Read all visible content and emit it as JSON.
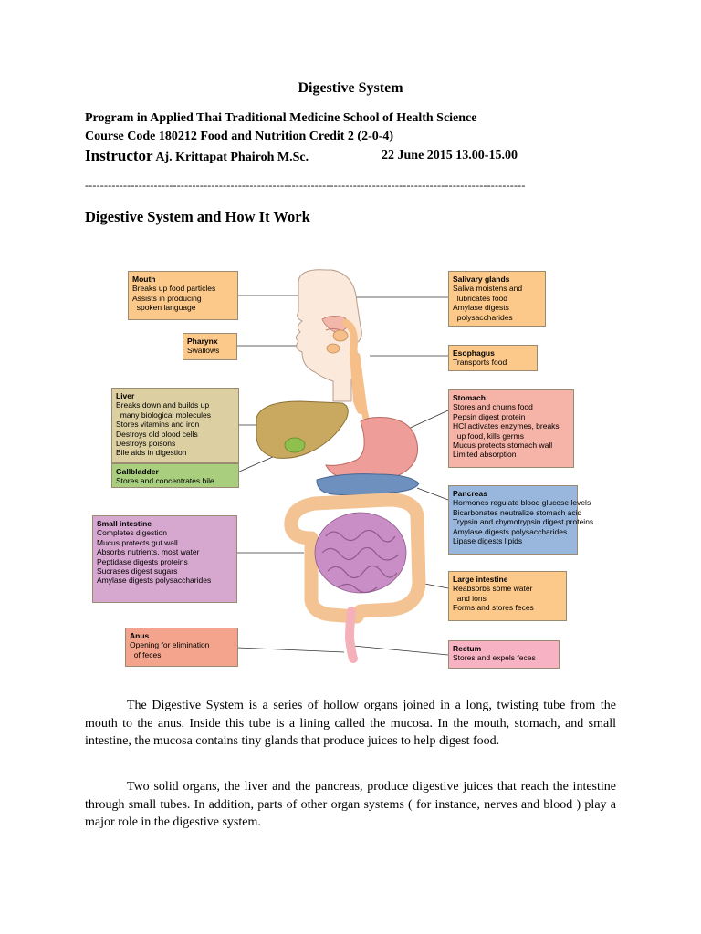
{
  "document": {
    "title": "Digestive  System",
    "program_line": "Program in Applied  Thai Traditional  Medicine School  of  Health  Science",
    "course_line": "Course  Code  180212  Food  and   Nutrition  Credit  2 (2-0-4)",
    "instructor_word": "Instructor",
    "instructor_name": "Aj.  Krittapat  Phairoh  M.Sc.",
    "date_time": "22  June  2015  13.00-15.00",
    "separator": "-------------------------------------------------------------------------------------------------------------------",
    "section_heading": "Digestive  System  and How  It  Work",
    "paragraph1": "The Digestive System is a series of hollow organs joined in a long, twisting tube from the mouth to the anus. Inside this tube is a lining called the mucosa. In the mouth, stomach, and small intestine, the mucosa contains tiny glands that produce juices to help digest food.",
    "paragraph2": "Two solid organs, the liver and the pancreas, produce digestive juices that reach the intestine through small tubes. In addition, parts of other organ systems ( for instance, nerves and blood ) play a major role in the digestive system."
  },
  "diagram": {
    "labels": {
      "mouth": {
        "title": "Mouth",
        "lines": [
          "Breaks up food particles",
          "Assists in producing",
          "  spoken language"
        ]
      },
      "pharynx": {
        "title": "Pharynx",
        "lines": [
          "Swallows"
        ]
      },
      "liver": {
        "title": "Liver",
        "lines": [
          "Breaks down and builds up",
          "  many biological molecules",
          "Stores vitamins and iron",
          "Destroys old blood cells",
          "Destroys poisons",
          "Bile aids in digestion"
        ]
      },
      "gallbladder": {
        "title": "Gallbladder",
        "lines": [
          "Stores and concentrates bile"
        ]
      },
      "small_intestine": {
        "title": "Small intestine",
        "lines": [
          "Completes digestion",
          "Mucus protects gut wall",
          "Absorbs nutrients, most water",
          "Peptidase digests proteins",
          "Sucrases digest sugars",
          "Amylase digests polysaccharides"
        ]
      },
      "anus": {
        "title": "Anus",
        "lines": [
          "Opening for elimination",
          "  of feces"
        ]
      },
      "salivary": {
        "title": "Salivary glands",
        "lines": [
          "Saliva moistens and",
          "  lubricates food",
          "Amylase digests",
          "  polysaccharides"
        ]
      },
      "esophagus": {
        "title": "Esophagus",
        "lines": [
          "Transports food"
        ]
      },
      "stomach": {
        "title": "Stomach",
        "lines": [
          "Stores and churns food",
          "Pepsin digest protein",
          "HCl activates enzymes, breaks",
          "  up food, kills germs",
          "Mucus protects stomach wall",
          "Limited absorption"
        ]
      },
      "pancreas": {
        "title": "Pancreas",
        "lines": [
          "Hormones regulate blood glucose levels",
          "Bicarbonates neutralize stomach acid",
          "Trypsin and chymotrypsin digest proteins",
          "Amylase digests polysaccharides",
          "Lipase digests lipids"
        ]
      },
      "large_intestine": {
        "title": "Large intestine",
        "lines": [
          "Reabsorbs some water",
          "  and ions",
          "Forms and stores feces"
        ]
      },
      "rectum": {
        "title": "Rectum",
        "lines": [
          "Stores and expels feces"
        ]
      }
    },
    "colors": {
      "orange_box": "#fcc98a",
      "liver_box": "#dccfa1",
      "gallbladder_box": "#a9cf7e",
      "small_intestine_box": "#d7a8cf",
      "anus_box": "#f4a48c",
      "stomach_box": "#f6b3a7",
      "pancreas_box": "#99b7dc",
      "rectum_box": "#f7b3c4",
      "liver_organ": "#c9a960",
      "stomach_organ": "#ee9d98",
      "intestine_organ": "#c98ec5",
      "colon_organ": "#f3c394",
      "pancreas_organ": "#6d90be",
      "esophagus_organ": "#f6bf8a"
    }
  }
}
